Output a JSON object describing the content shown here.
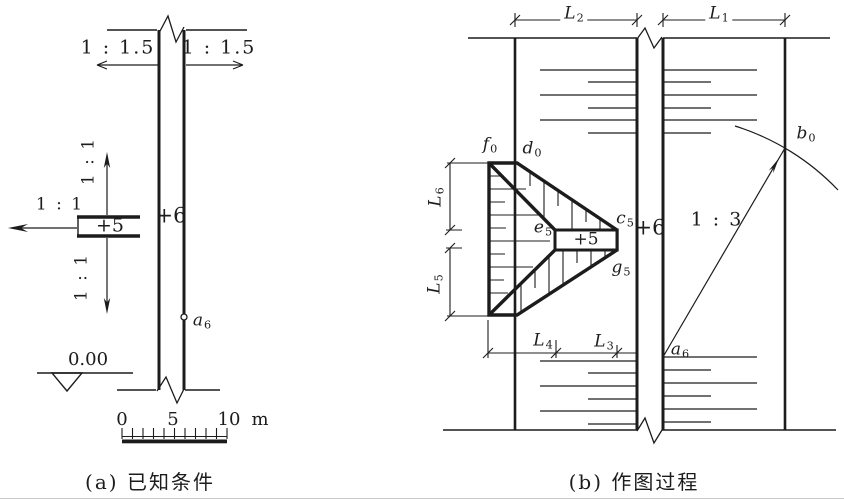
{
  "colors": {
    "ink": "#1c1c1c",
    "paper": "#ffffff"
  },
  "figure_a": {
    "caption": "(a) 已知条件",
    "road_elevation": "+6",
    "platform_elevation": "+5",
    "slope_top_left": "1 : 1.5",
    "slope_top_right": "1 : 1.5",
    "slope_platform_left": "1 : 1",
    "slope_platform_up": "1 : 1",
    "slope_platform_down": "1 : 1",
    "datum_elevation": "0.00",
    "point_a6": {
      "base": "a",
      "sub": "6"
    },
    "scale_bar": {
      "start": "0",
      "mid": "5",
      "end": "10",
      "unit": "m"
    }
  },
  "figure_b": {
    "caption": "(b) 作图过程",
    "road_elevation": "+6",
    "platform_elevation": "+5",
    "slope_ratio": "1 : 3",
    "dims": {
      "L1": {
        "base": "L",
        "sub": "1"
      },
      "L2": {
        "base": "L",
        "sub": "2"
      },
      "L3": {
        "base": "L",
        "sub": "3"
      },
      "L4": {
        "base": "L",
        "sub": "4"
      },
      "L5": {
        "base": "L",
        "sub": "5"
      },
      "L6": {
        "base": "L",
        "sub": "6"
      }
    },
    "points": {
      "f0": {
        "base": "f",
        "sub": "0"
      },
      "d0": {
        "base": "d",
        "sub": "0"
      },
      "b0": {
        "base": "b",
        "sub": "0"
      },
      "c5": {
        "base": "c",
        "sub": "5"
      },
      "e5": {
        "base": "e",
        "sub": "5"
      },
      "g5": {
        "base": "g",
        "sub": "5"
      },
      "a6": {
        "base": "a",
        "sub": "6"
      }
    }
  }
}
